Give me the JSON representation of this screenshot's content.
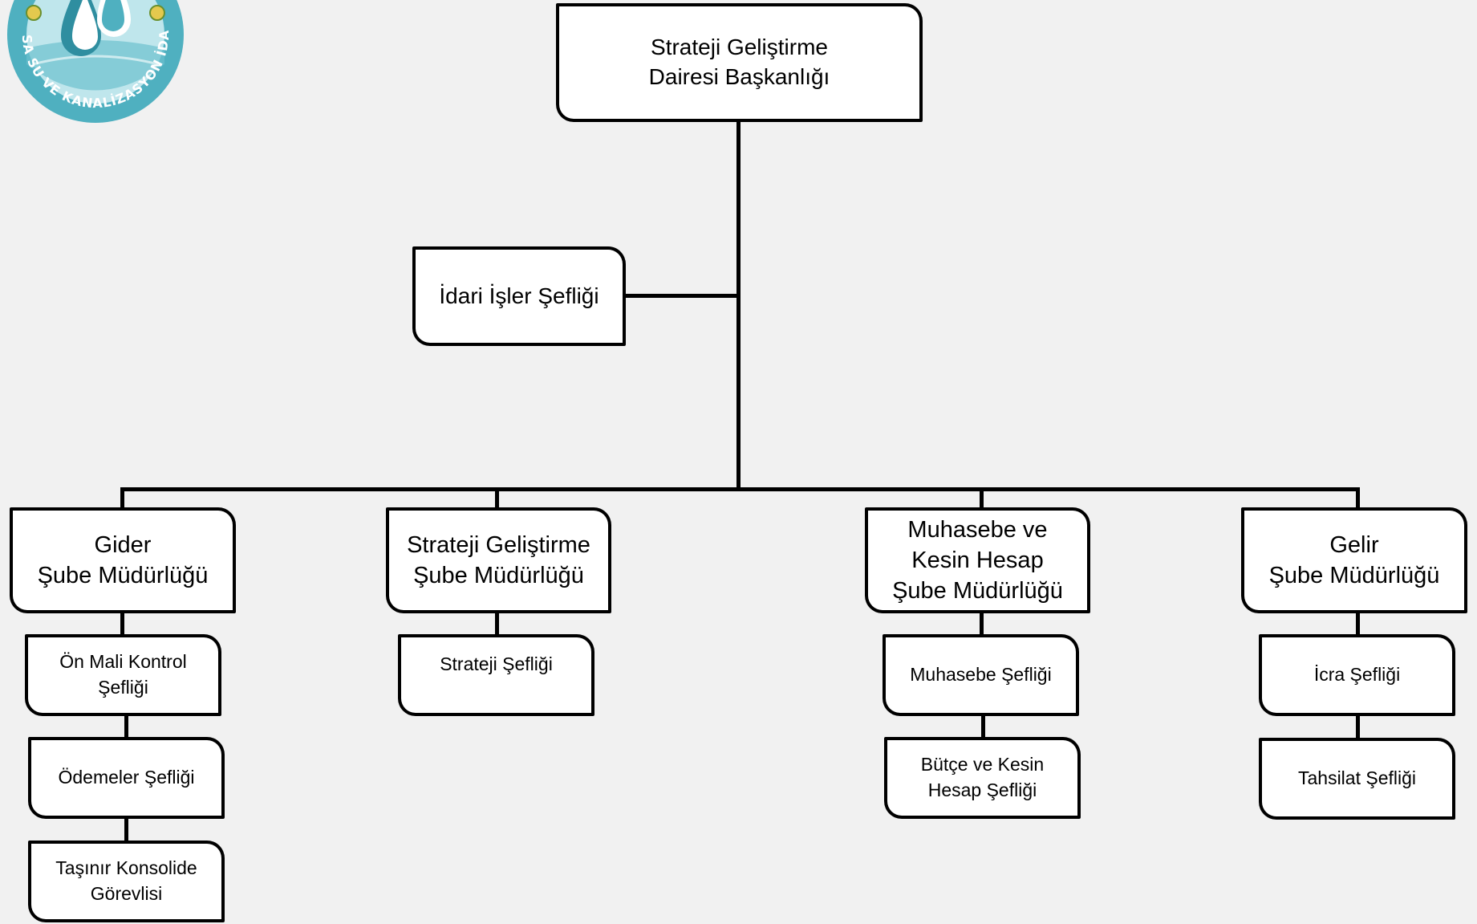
{
  "logo": {
    "caption": "MANİSA SU VE KANALİZASYON İDARESİ",
    "icon": "water-drops-logo",
    "colors": {
      "primary": "#4fb0c0",
      "dark": "#2f8ea0",
      "light": "#bfe6ec"
    }
  },
  "chart": {
    "root": {
      "label": "Strateji Geliştirme\nDairesi Başkanlığı"
    },
    "staff_unit": {
      "label": "İdari İşler Şefliği"
    },
    "branches": [
      {
        "label": "Gider\nŞube Müdürlüğü",
        "children": [
          "Ön Mali Kontrol\nŞefliği",
          "Ödemeler Şefliği",
          "Taşınır Konsolide\nGörevlisi"
        ]
      },
      {
        "label": "Strateji Geliştirme\nŞube Müdürlüğü",
        "children": [
          "Strateji Şefliği"
        ]
      },
      {
        "label": "Muhasebe ve\nKesin Hesap\nŞube Müdürlüğü",
        "children": [
          "Muhasebe Şefliği",
          "Bütçe ve Kesin\nHesap Şefliği"
        ]
      },
      {
        "label": "Gelir\nŞube Müdürlüğü",
        "children": [
          "İcra Şefliği",
          "Tahsilat Şefliği"
        ]
      }
    ]
  },
  "colors": {
    "background": "#f1f1f1",
    "box_fill": "#ffffff",
    "line": "#000000"
  }
}
